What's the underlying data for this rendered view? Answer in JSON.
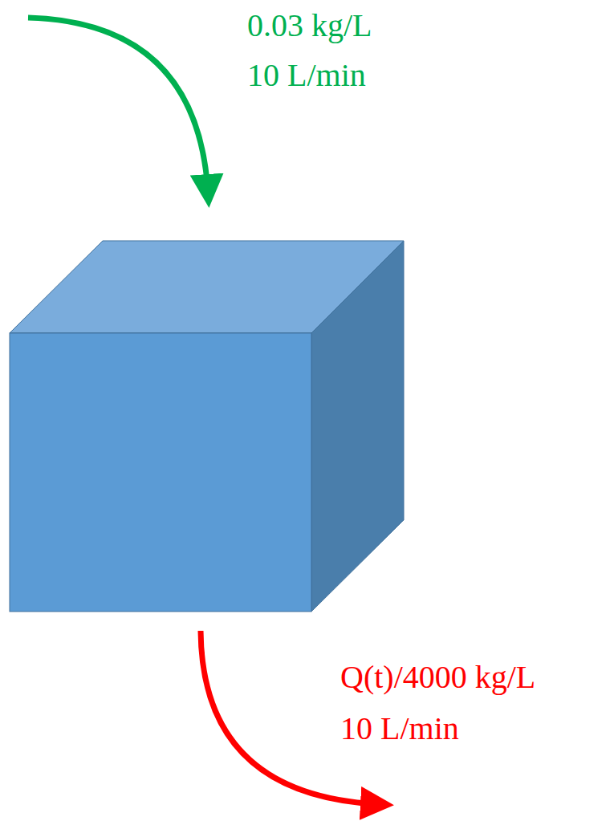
{
  "diagram": {
    "labels": [
      "0.03 kg/L",
      "10 L/min",
      "Q(t)/4000 kg/L",
      "10 L/min"
    ]
  }
}
